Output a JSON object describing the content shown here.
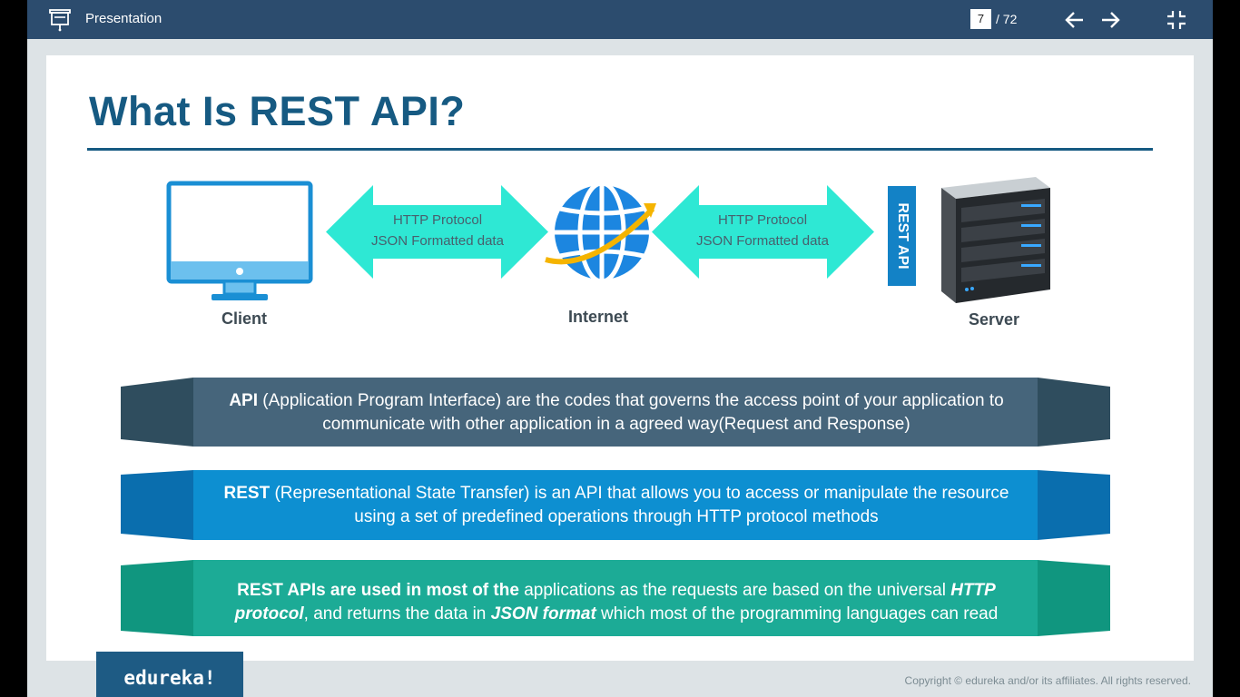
{
  "toolbar": {
    "title": "Presentation",
    "current_page": "7",
    "page_total": "/ 72",
    "icons": [
      "presentation-icon",
      "arrow-left-icon",
      "arrow-right-icon",
      "exit-fullscreen-icon"
    ],
    "bar_color": "#2c4c6e"
  },
  "slide": {
    "title": "What Is REST API?",
    "title_color": "#165a82",
    "diagram": {
      "client_label": "Client",
      "internet_label": "Internet",
      "server_label": "Server",
      "rest_api_badge": "REST API",
      "arrow_left": {
        "line1": "HTTP Protocol",
        "line2": "JSON Formatted data"
      },
      "arrow_right": {
        "line1": "HTTP Protocol",
        "line2": "JSON Formatted data"
      }
    },
    "bands": [
      {
        "bold": "API",
        "line1": " (Application Program Interface) are the codes that governs the access point of your application to",
        "line2": "communicate with other application in a agreed way(Request and Response)",
        "color": "#46657b"
      },
      {
        "bold": "REST",
        "line1": " (Representational State Transfer) is an API that allows you to access or manipulate the resource",
        "line2": "using a set of predefined operations through HTTP protocol methods",
        "color": "#0d8fd1"
      },
      {
        "bold": "REST APIs are used in most of the",
        "line1": " applications as the requests are based on the universal ",
        "bold_italic_1": "HTTP",
        "bold_italic_2": "protocol",
        "line2a": ", and returns the data in ",
        "bold_italic_3": "JSON format",
        "line2b": " which most of the programming languages can read",
        "color": "#1cab96"
      }
    ]
  },
  "footer": {
    "logo": "edureka!",
    "copyright": "Copyright © edureka and/or its affiliates. All rights reserved."
  }
}
